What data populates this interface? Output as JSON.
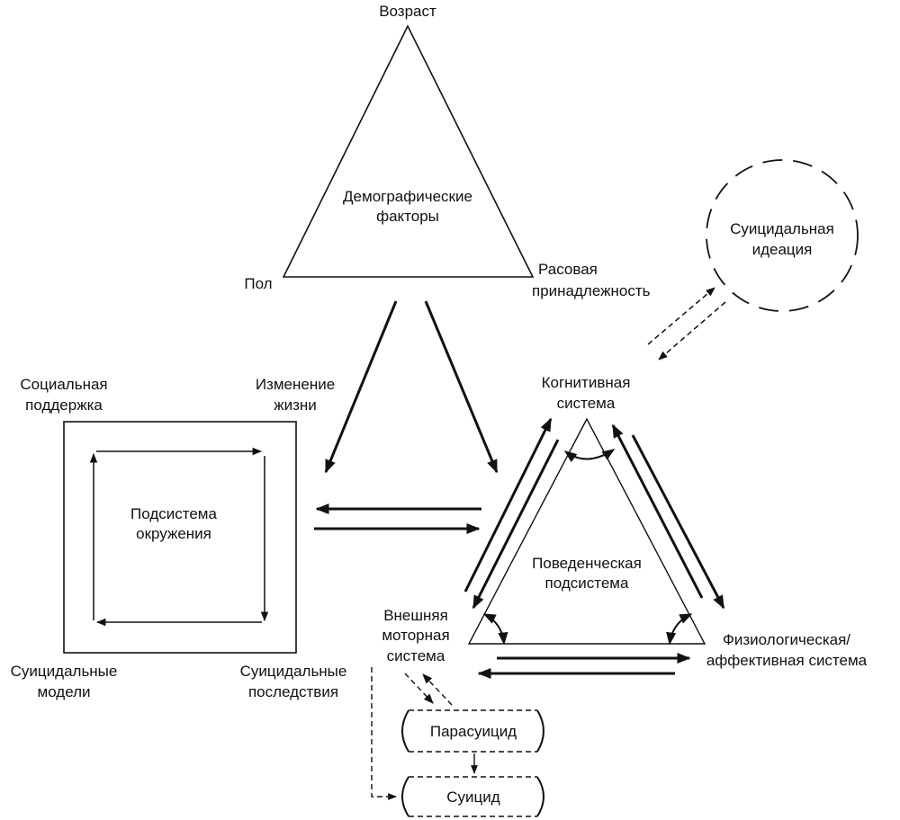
{
  "colors": {
    "ink": "#111111",
    "background": "#ffffff"
  },
  "demographics": {
    "title_line1": "Демографические",
    "title_line2": "факторы",
    "apex": "Возраст",
    "left_vertex": "Пол",
    "right_vertex_line1": "Расовая",
    "right_vertex_line2": "принадлежность"
  },
  "ideation": {
    "line1": "Суицидальная",
    "line2": "идеация"
  },
  "environment": {
    "title_line1": "Подсистема",
    "title_line2": "окружения",
    "top_left_line1": "Социальная",
    "top_left_line2": "поддержка",
    "top_right_line1": "Изменение",
    "top_right_line2": "жизни",
    "bottom_left_line1": "Суицидальные",
    "bottom_left_line2": "модели",
    "bottom_right_line1": "Суицидальные",
    "bottom_right_line2": "последствия"
  },
  "behavioral": {
    "title_line1": "Поведенческая",
    "title_line2": "подсистема",
    "cognitive_line1": "Когнитивная",
    "cognitive_line2": "система",
    "motor_line1": "Внешняя",
    "motor_line2": "моторная",
    "motor_line3": "система",
    "physio_line1": "Физиологическая/",
    "physio_line2": "аффективная система"
  },
  "outcomes": {
    "parasuicide": "Парасуицид",
    "suicide": "Суицид"
  }
}
